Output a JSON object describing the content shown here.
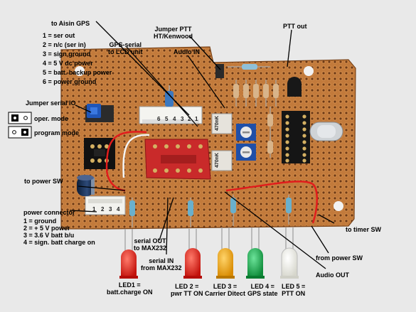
{
  "labels": {
    "aisin_gps": "to Aisin GPS",
    "pinout": [
      "1 = ser out",
      "2 = n/c (ser in)",
      "3 = sign ground",
      "4 = 5 V dc power",
      "5 = batt. backup power",
      "6 = power ground"
    ],
    "gps_serial": "GPS-serial\nto LCD unit",
    "jumper_ptt": "Jumper PTT\nHT/Kenwood",
    "audio_in": "Audio IN",
    "ptt_out": "PTT out",
    "jumper_serial_io": "Jumper serial IO",
    "oper_mode": "oper. mode",
    "program_mode": "program mode",
    "to_power_sw": "to power SW",
    "power_connector": "power connector",
    "power_pinout": [
      "1 = ground",
      "2 = + 5 V power",
      "3 = 3.6 V batt b/u",
      "4 = sign. batt charge on"
    ],
    "serial_out": "serial OUT\nto MAX232",
    "serial_in": "serial IN\nfrom MAX232",
    "to_timer_sw": "to timer SW",
    "from_power_sw": "from power SW",
    "audio_out": "Audio OUT",
    "led1": "LED1 =\nbatt.charge ON",
    "led2": "LED 2 =\npwr TT ON",
    "led3": "LED 3 =\nCarrier Ditect",
    "led4": "LED 4 =\nGPS state",
    "led5": "LED 5 =\nPTT ON"
  },
  "board_markings": {
    "header6": [
      "6",
      "5",
      "4",
      "3",
      "2",
      "1"
    ],
    "header4": [
      "1",
      "2",
      "3",
      "4"
    ],
    "pot1": "470nK",
    "pot2": "470nK"
  },
  "colors": {
    "board": "#c27a3b",
    "socket_red": "#c92a2a",
    "led_red": "#e0201a",
    "led_yellow": "#f0a000",
    "led_green": "#16b04a",
    "led_white": "#f4f4ec",
    "pot_blue": "#1f4fa8",
    "jumper_blue": "#1f56b8",
    "background": "#e9e9e9"
  }
}
